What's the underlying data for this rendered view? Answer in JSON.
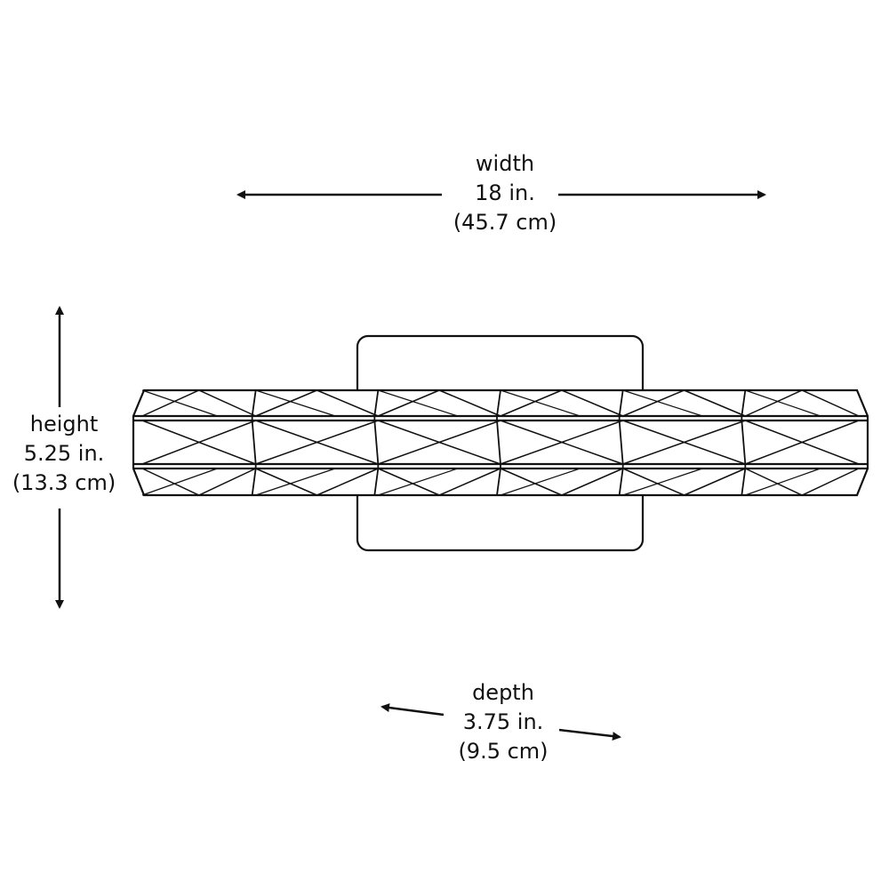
{
  "colors": {
    "line": "#111111",
    "background": "#ffffff"
  },
  "dimensions": {
    "width": {
      "name": "width",
      "imperial": "18 in.",
      "metric": "(45.7 cm)"
    },
    "height": {
      "name": "height",
      "imperial": "5.25 in.",
      "metric": "(13.3 cm)"
    },
    "depth": {
      "name": "depth",
      "imperial": "3.75 in.",
      "metric": "(9.5 cm)"
    }
  },
  "fixture": {
    "segments": 6
  }
}
